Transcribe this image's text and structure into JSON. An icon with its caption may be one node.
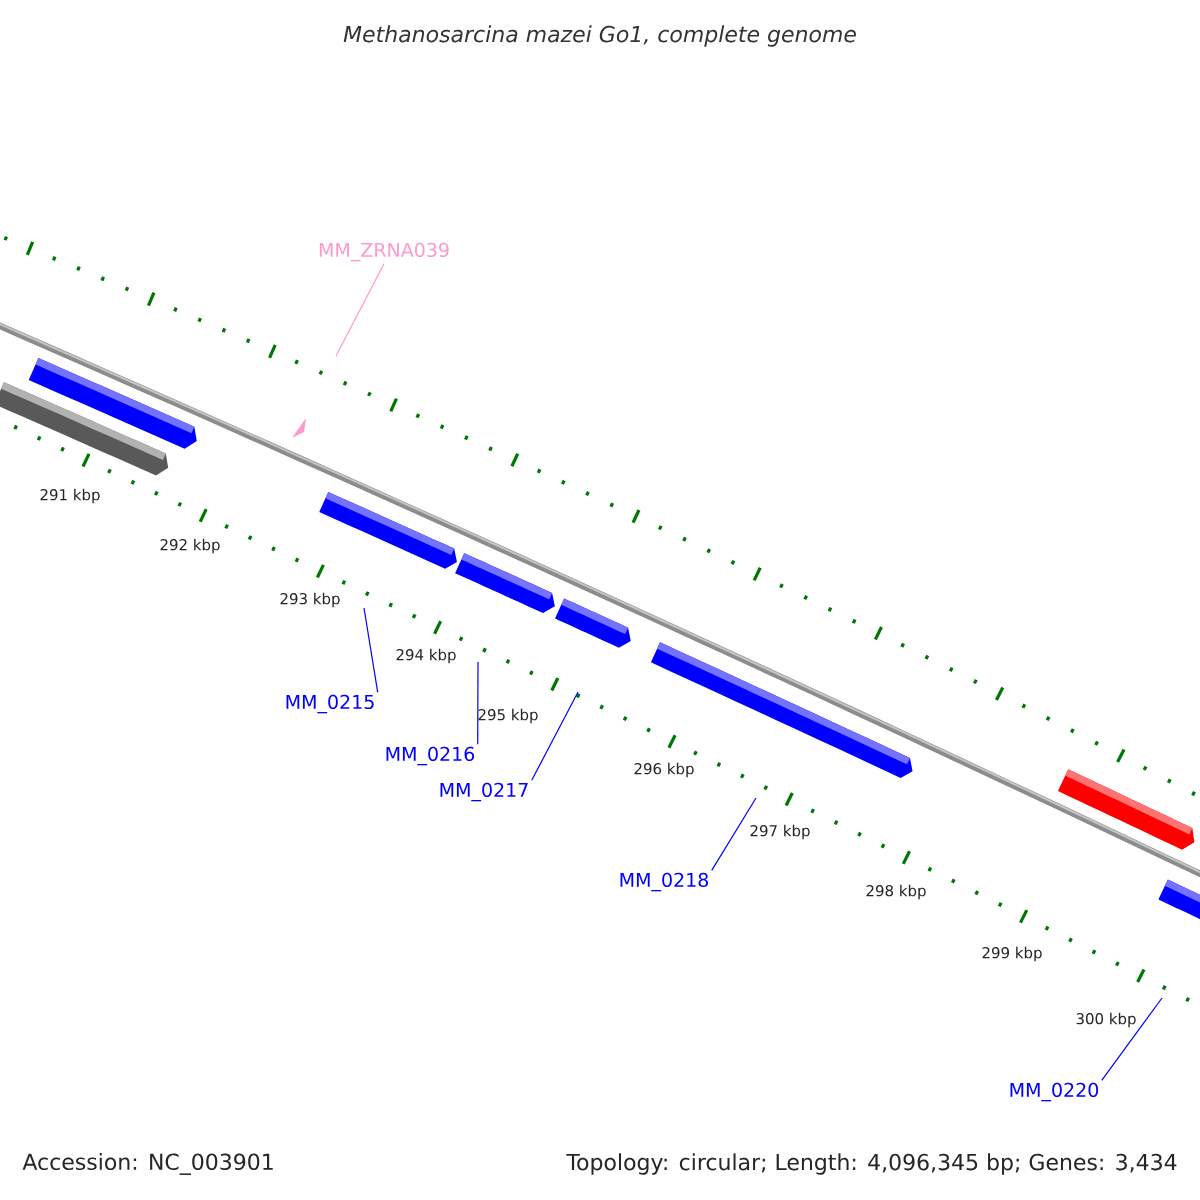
{
  "diagram": {
    "title": "Methanosarcina mazei Go1, complete genome",
    "nodes": [
      {
        "text": [
          "MM_ZRNA039"
        ]
      },
      {
        "text": [
          "MM_0215"
        ]
      },
      {
        "text": [
          "MM_0216"
        ]
      },
      {
        "text": [
          "MM_0217"
        ]
      },
      {
        "text": [
          "MM_0218"
        ]
      },
      {
        "text": [
          "MM_0220"
        ]
      }
    ],
    "edges": [
      {
        "from": 0,
        "to": null,
        "arrow": "none",
        "color": "#ff99cc"
      },
      {
        "from": 1,
        "to": null,
        "arrow": "none"
      },
      {
        "from": 2,
        "to": null,
        "arrow": "none"
      },
      {
        "from": 3,
        "to": null,
        "arrow": "none"
      },
      {
        "from": 4,
        "to": null,
        "arrow": "none"
      },
      {
        "from": 5,
        "to": null,
        "arrow": "none"
      }
    ],
    "labels": [
      "291 kbp",
      "292 kbp",
      "293 kbp",
      "294 kbp",
      "295 kbp",
      "296 kbp",
      "297 kbp",
      "298 kbp",
      "299 kbp",
      "300 kbp",
      "Accession: NC_003901",
      "Topology: circular; Length: 4,096,345 bp; Genes: 3,434"
    ]
  }
}
